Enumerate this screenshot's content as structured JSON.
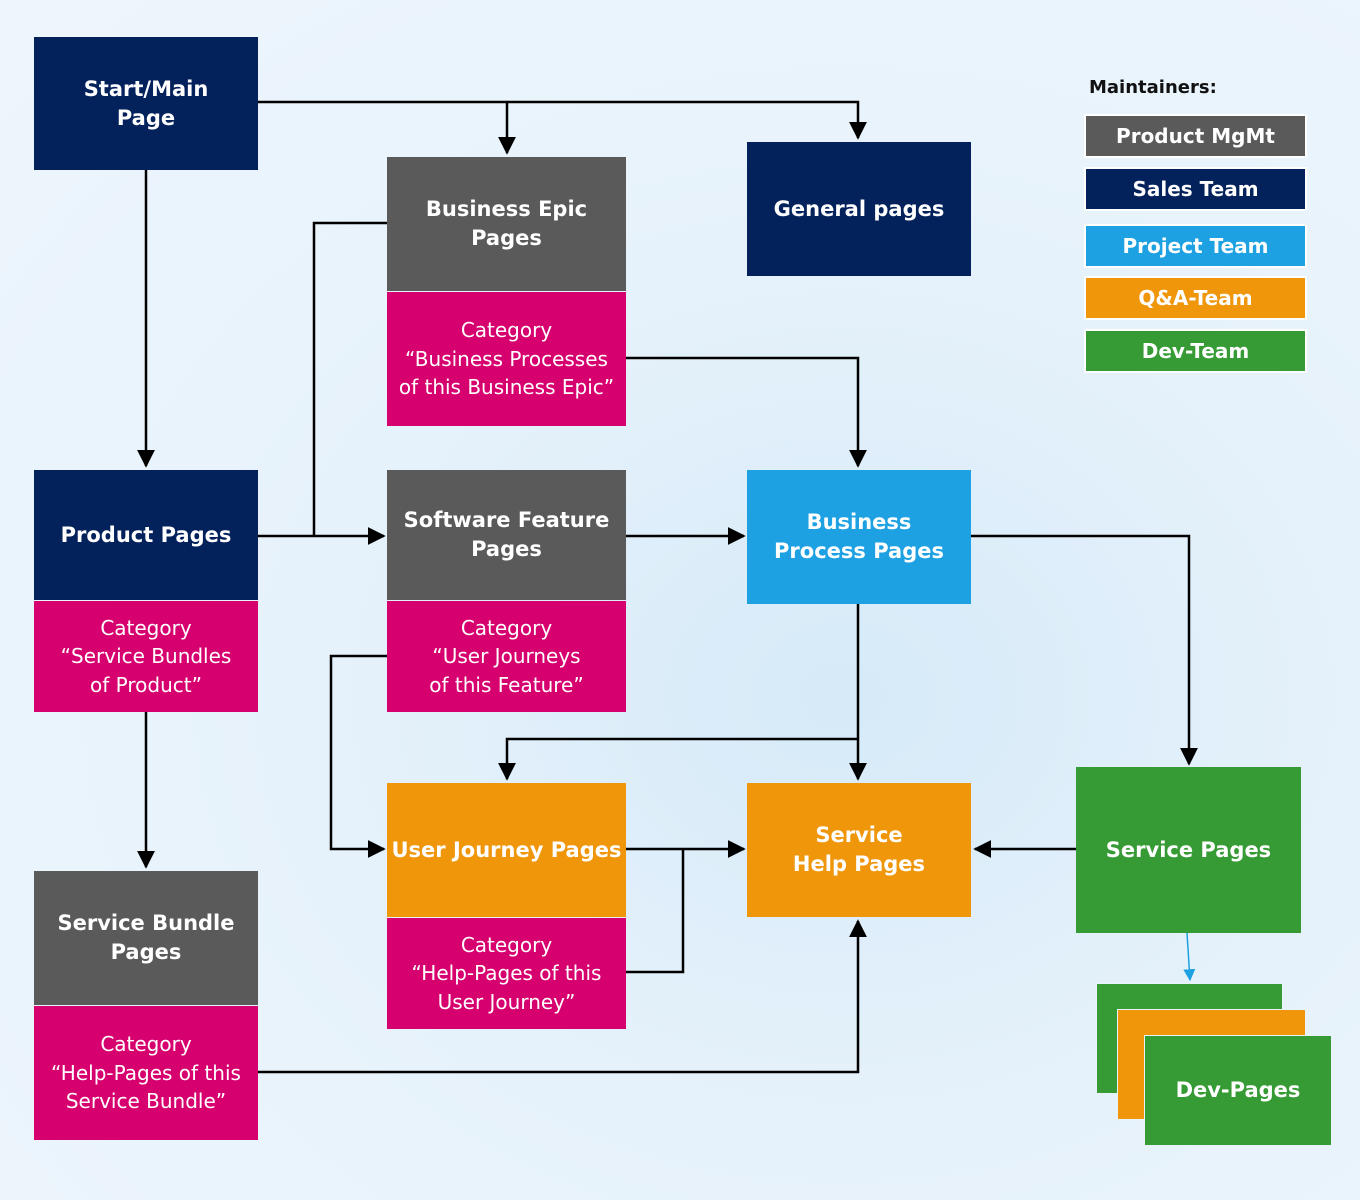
{
  "nodes": {
    "start_main": {
      "label": "Start/Main\nPage"
    },
    "general": {
      "label": "General pages"
    },
    "business_epic": {
      "label": "Business Epic\nPages",
      "category": "Category\n“Business Processes\nof this Business Epic”"
    },
    "product": {
      "label": "Product Pages",
      "category": "Category\n“Service Bundles\nof Product”"
    },
    "software_feature": {
      "label": "Software Feature\nPages",
      "category": "Category\n“User Journeys\nof this Feature”"
    },
    "business_process": {
      "label": "Business\nProcess Pages"
    },
    "user_journey": {
      "label": "User Journey Pages",
      "category": "Category\n“Help-Pages of this\nUser Journey”"
    },
    "service_help": {
      "label": "Service\nHelp Pages"
    },
    "service_pages": {
      "label": "Service Pages"
    },
    "service_bundle": {
      "label": "Service Bundle\nPages",
      "category": "Category\n“Help-Pages of this\nService Bundle”"
    },
    "dev_pages": {
      "label": "Dev-Pages"
    }
  },
  "legend": {
    "title": "Maintainers:",
    "items": [
      {
        "label": "Product MgMt",
        "color": "#5a5a5a"
      },
      {
        "label": "Sales Team",
        "color": "#03215b"
      },
      {
        "label": "Project Team",
        "color": "#1da1e2"
      },
      {
        "label": "Q&A-Team",
        "color": "#ef960b"
      },
      {
        "label": "Dev-Team",
        "color": "#369b35"
      }
    ]
  },
  "colors": {
    "product_mgmt": "#5a5a5a",
    "sales_team": "#03215b",
    "project_team": "#1da1e2",
    "qa_team": "#ef960b",
    "dev_team": "#369b35",
    "category": "#d6006f",
    "connector": "#000000",
    "connector_dev": "#1da1e2"
  }
}
